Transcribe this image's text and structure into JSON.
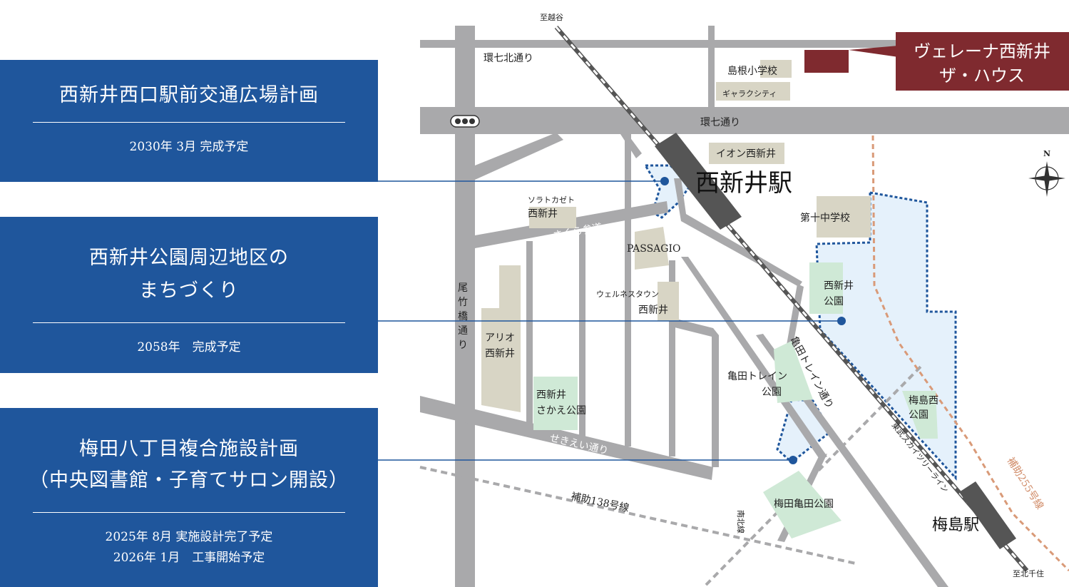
{
  "panels": [
    {
      "title_lines": [
        "西新井西口駅前交通広場計画"
      ],
      "dates": [
        "2030年 3月 完成予定"
      ]
    },
    {
      "title_lines": [
        "西新井公園周辺地区の",
        "まちづくり"
      ],
      "dates": [
        "2058年　完成予定"
      ]
    },
    {
      "title_lines": [
        "梅田八丁目複合施設計画",
        "（中央図書館・子育てサロン開設）"
      ],
      "dates": [
        "2025年 8月 実施設計完了予定",
        "2026年 1月　工事開始予定"
      ]
    }
  ],
  "map": {
    "destinations": {
      "north": "至越谷",
      "south": "至北千住"
    },
    "property": {
      "line1": "ヴェレーナ西新井",
      "line2": "ザ・ハウス"
    },
    "compass": "N",
    "stations": {
      "nishiarai": "西新井駅",
      "umejima": "梅島駅"
    },
    "roads": {
      "kannana_kita": "環七北通り",
      "kannana": "環七通り",
      "otakebashi": [
        "尾",
        "竹",
        "橋",
        "通",
        "り"
      ],
      "sakura": "さくら参道",
      "seikiei": "せきえい通り",
      "hojo138": "補助138号線",
      "nanboku": "南北線",
      "kameda_train": "亀田トレイン通り",
      "hojo255": "補助255号線",
      "tobu_line": "東武スカイツリーライン"
    },
    "places": {
      "shimane_school": "島根小学校",
      "gallery_city": "ギャラクシティ",
      "aeon": "イオン西新井",
      "solatokazeto": [
        "ソラトカゼト",
        "西新井"
      ],
      "passagio": "PASSAGIO",
      "wellness": [
        "ウェルネスタウン",
        "西新井"
      ],
      "ario": [
        "アリオ",
        "西新井"
      ],
      "sakae_park": [
        "西新井",
        "さかえ公園"
      ],
      "dai10_school": "第十中学校",
      "nishiarai_park": [
        "西新井",
        "公園"
      ],
      "kameda_park": [
        "亀田トレイン",
        "公園"
      ],
      "umejima_nishi_park": [
        "梅島西",
        "公園"
      ],
      "umeda_kameda_park": "梅田亀田公園"
    }
  },
  "colors": {
    "panel_blue": "#1f569c",
    "property_red": "#7f2a2f",
    "road_gray": "#a9a9ab",
    "redevelop_area": "#e5f1fb",
    "railway": "#555555",
    "hojo255_orange": "#d99a78"
  }
}
